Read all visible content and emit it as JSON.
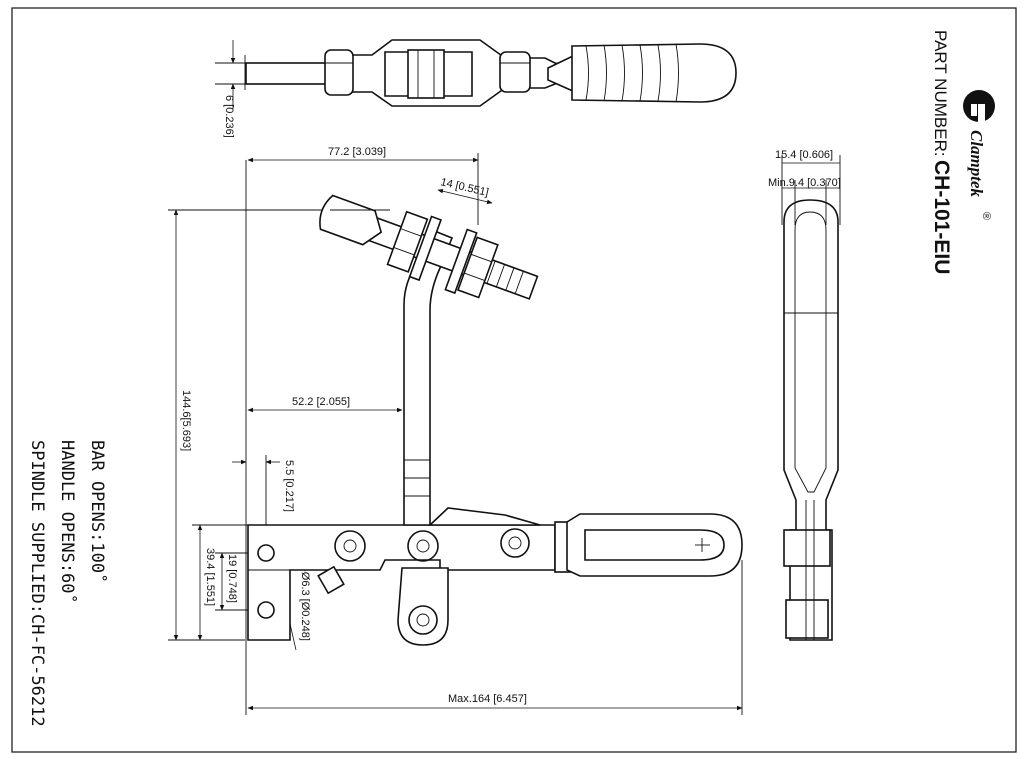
{
  "brand": {
    "name": "Clamptek",
    "reg": "®"
  },
  "part_number": {
    "label": "PART NUMBER:",
    "value": "CH-101-EIU"
  },
  "notes": {
    "bar_opens": "BAR OPENS:100˚",
    "handle_opens": "HANDLE OPENS:60˚",
    "spindle": "SPINDLE SUPPLIED:CH-FC-56212"
  },
  "dimensions": {
    "top_width": "77.2 [3.039]",
    "arm_mid": "52.2 [2.055]",
    "angle14": "14 [0.551]",
    "height_total": "144.6[5.693]",
    "base_gap": "5.5 [0.217]",
    "holes": "2-Ø6.3 [Ø0.248]",
    "base_height": "39.4 [1.551]",
    "hole_pitch": "19 [0.748]",
    "overall_length": "Max.164 [6.457]",
    "thickness": "6 [0.236]",
    "side_width": "15.4 [0.606]",
    "slot_width": "Min.9.4 [0.370]"
  }
}
